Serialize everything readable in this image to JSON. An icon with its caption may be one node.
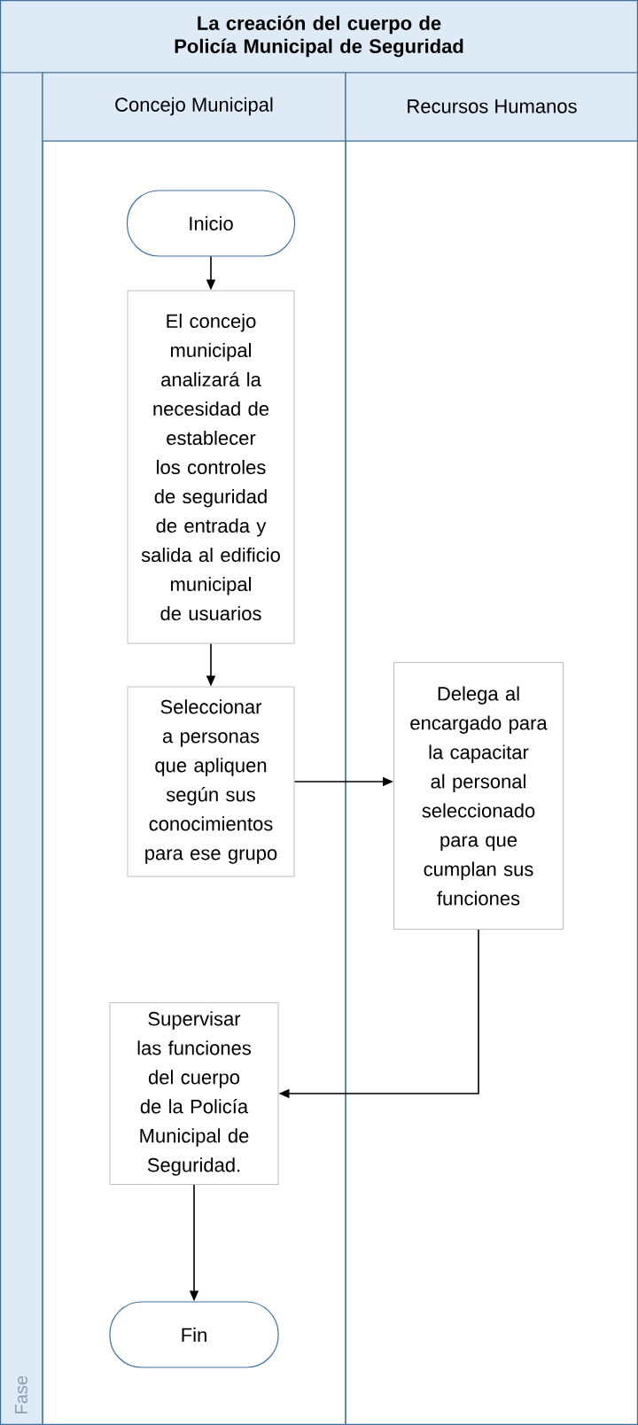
{
  "diagram": {
    "title": "La creación del cuerpo de Policía Municipal de Seguridad",
    "nodes": [
      {
        "text": [
          "Fase"
        ]
      },
      {
        "text": [
          "Concejo Municipal"
        ]
      },
      {
        "text": [
          "Recursos Humanos"
        ]
      },
      {
        "text": [
          "Inicio"
        ],
        "in": 1
      },
      {
        "text": [
          "El concejo municipal analizará la necesidad de establecer los controles de seguridad de entrada y salida al edificio municipal de usuarios"
        ],
        "in": 1
      },
      {
        "text": [
          "Seleccionar a personas que apliquen según sus conocimientos para ese grupo"
        ],
        "in": 1
      },
      {
        "text": [
          "Delega al encargado para la capacitar al personal seleccionado para que cumplan sus funciones"
        ],
        "in": 2
      },
      {
        "text": [
          "Supervisar las funciones del cuerpo de la Policía Municipal de Seguridad."
        ],
        "in": 1
      },
      {
        "text": [
          "Fin"
        ],
        "in": 1
      }
    ],
    "edges": [
      {
        "from": 3,
        "to": 4,
        "arrow": "to"
      },
      {
        "from": 4,
        "to": 5,
        "arrow": "to"
      },
      {
        "from": 5,
        "to": 6,
        "arrow": "to"
      },
      {
        "from": 6,
        "to": 7,
        "arrow": "to"
      },
      {
        "from": 7,
        "to": 8,
        "arrow": "to"
      }
    ]
  }
}
